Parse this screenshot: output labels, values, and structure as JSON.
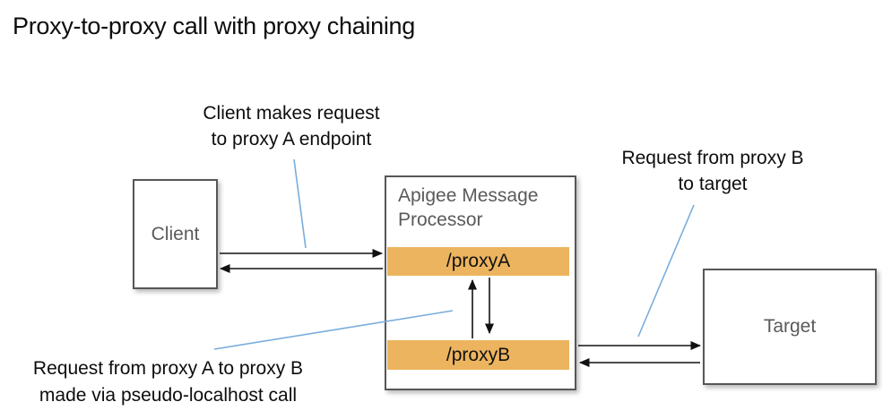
{
  "title": "Proxy-to-proxy call with proxy chaining",
  "nodes": {
    "client": {
      "label": "Client"
    },
    "processor": {
      "title": "Apigee Message Processor",
      "proxy_a": "/proxyA",
      "proxy_b": "/proxyB"
    },
    "target": {
      "label": "Target"
    }
  },
  "annotations": {
    "client_request": {
      "line1": "Client makes request",
      "line2": "to proxy A endpoint"
    },
    "proxy_b_to_target": {
      "line1": "Request from proxy B",
      "line2": "to target"
    },
    "proxy_a_to_b": {
      "line1": "Request from proxy A to proxy B",
      "line2": "made via pseudo-localhost call"
    }
  },
  "colors": {
    "proxy_bar_orange": "#ecb45e",
    "box_border_gray": "#575757",
    "node_label_gray": "#5a5a5a",
    "arrow_black": "#111111",
    "leader_line_blue": "#79addc"
  }
}
